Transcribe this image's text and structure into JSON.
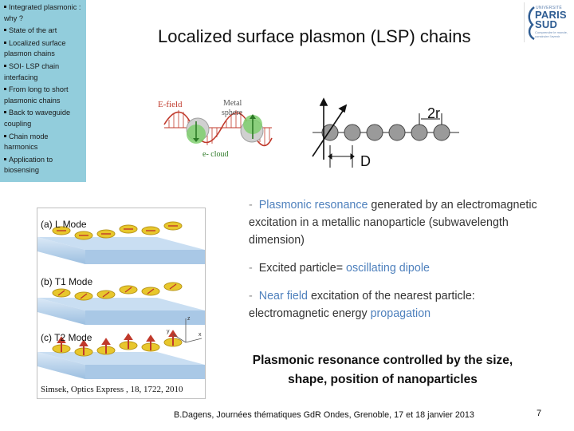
{
  "sidebar": {
    "items": [
      "Integrated plasmonic : why ?",
      "State of the art",
      "Localized surface plasmon chains",
      "SOI- LSP chain interfacing",
      "From long to short plasmonic chains",
      "Back to waveguide coupling",
      "Chain mode harmonics",
      "Application to biosensing"
    ]
  },
  "logo": {
    "line1": "UNIVERSITÉ",
    "line2": "PARIS",
    "line3": "SUD",
    "tagline": "Comprendre le monde, construire l'avenir"
  },
  "title": "Localized surface plasmon (LSP) chains",
  "diagram": {
    "efield": "E-field",
    "metal": "Metal",
    "sphere": "sphere",
    "ecloud": "e- cloud",
    "two_r": "2r",
    "d": "D"
  },
  "modes": {
    "l": "(a) L Mode",
    "t1": "(b) T1 Mode",
    "t2": "(c) T2 Mode",
    "axis_z": "z",
    "axis_y": "y",
    "axis_x": "x",
    "caption": "Simsek, Optics Express , 18, 1722,  2010"
  },
  "paragraphs": {
    "p1_dash": "-",
    "p1_hl": "Plasmonic resonance",
    "p1_rest": " generated by an electromagnetic excitation in a metallic nanoparticle (subwavelength dimension)",
    "p2_dash": "-",
    "p2_text": "Excited particle= ",
    "p2_hl": "oscillating dipole",
    "p3_dash": "-",
    "p3_hl": "Near field",
    "p3_mid": " excitation of the nearest particle: electromagnetic energy ",
    "p3_hl2": "propagation"
  },
  "conclusion": "Plasmonic resonance controlled by the size, shape, position of nanoparticles",
  "footer": "B.Dagens, Journées thématiques GdR Ondes, Grenoble, 17 et 18 janvier 2013",
  "page_number": "7",
  "colors": {
    "sidebar_bg": "#92cddc",
    "highlight": "#4f81bd",
    "efield_red": "#c0392b",
    "ecloud_green": "#5cb85c",
    "logo_blue": "#2f5d93"
  }
}
